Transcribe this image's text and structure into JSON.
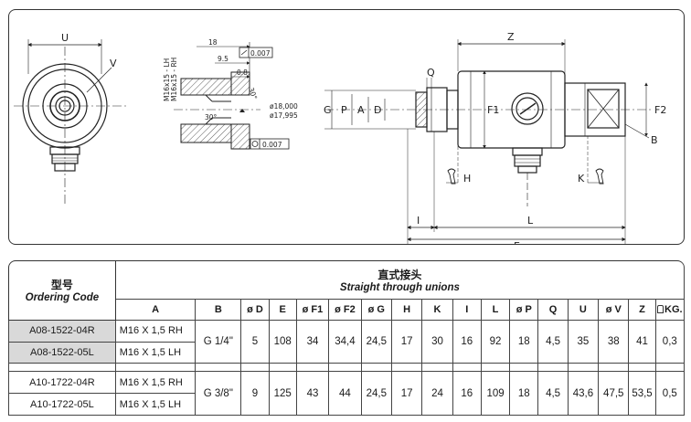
{
  "drawing": {
    "side_labels": {
      "u": "U",
      "v": "V"
    },
    "thread_labels": {
      "lh": "M16x15 - LH",
      "rh": "M16x15 - RH"
    },
    "detail": {
      "dim_18": "18",
      "dim_9_5": "9.5",
      "dim_0_8": "0.8",
      "angle_30": "30°",
      "angle_30b": "30°",
      "tol_flat": "0.007",
      "tol_round": "0.007",
      "dia_max": "ø18,000",
      "dia_min": "ø17,995"
    },
    "main_labels": {
      "z": "Z",
      "q": "Q",
      "g": "G",
      "p": "P",
      "a": "A",
      "d": "D",
      "f1": "F1",
      "f2": "F2",
      "b": "B",
      "h": "H",
      "k": "K",
      "i": "I",
      "l": "L",
      "e": "E"
    }
  },
  "table": {
    "ordering_code_zh": "型号",
    "ordering_code_en": "Ordering Code",
    "title_zh": "直式接头",
    "title_en": "Straight through unions",
    "columns": [
      "A",
      "B",
      "ø D",
      "E",
      "ø F1",
      "ø F2",
      "ø G",
      "H",
      "K",
      "I",
      "L",
      "ø P",
      "Q",
      "U",
      "ø V",
      "Z",
      "KG."
    ],
    "groups": [
      {
        "codes": [
          "A08-1522-04R",
          "A08-1522-05L"
        ],
        "threads": [
          "M16 X 1,5  RH",
          "M16 X 1,5  LH"
        ],
        "values": [
          "G 1/4\"",
          "5",
          "108",
          "34",
          "34,4",
          "24,5",
          "17",
          "30",
          "16",
          "92",
          "18",
          "4,5",
          "35",
          "38",
          "41",
          "0,3"
        ]
      },
      {
        "codes": [
          "A10-1722-04R",
          "A10-1722-05L"
        ],
        "threads": [
          "M16 X 1,5  RH",
          "M16 X 1,5  LH"
        ],
        "values": [
          "G 3/8\"",
          "9",
          "125",
          "43",
          "44",
          "24,5",
          "17",
          "24",
          "16",
          "109",
          "18",
          "4,5",
          "43,6",
          "47,5",
          "53,5",
          "0,5"
        ]
      }
    ]
  }
}
